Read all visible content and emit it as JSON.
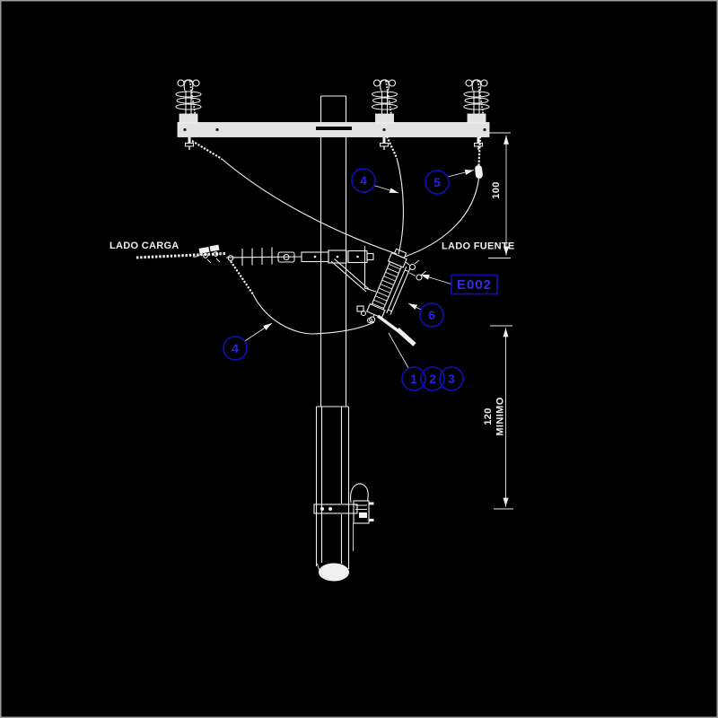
{
  "labels": {
    "load_side": "LADO CARGA",
    "source_side": "LADO FUENTE",
    "reference_code": "E002"
  },
  "dimensions": {
    "top_offset": "100",
    "bottom_offset": "120",
    "bottom_qualifier": "MINIMO"
  },
  "callouts": [
    {
      "label": "4"
    },
    {
      "label": "5"
    },
    {
      "label": "4"
    },
    {
      "label": "6"
    },
    {
      "label": "1"
    },
    {
      "label": "2"
    },
    {
      "label": "3"
    }
  ],
  "colors": {
    "background": "#000000",
    "linework": "#f0f0f0",
    "crossarm_fill": "#e3e3e3",
    "callout_stroke": "#0e0ea6",
    "callout_text": "#2424dc",
    "reference_text": "#2d2de8",
    "frame_border": "#9a9a9a"
  }
}
